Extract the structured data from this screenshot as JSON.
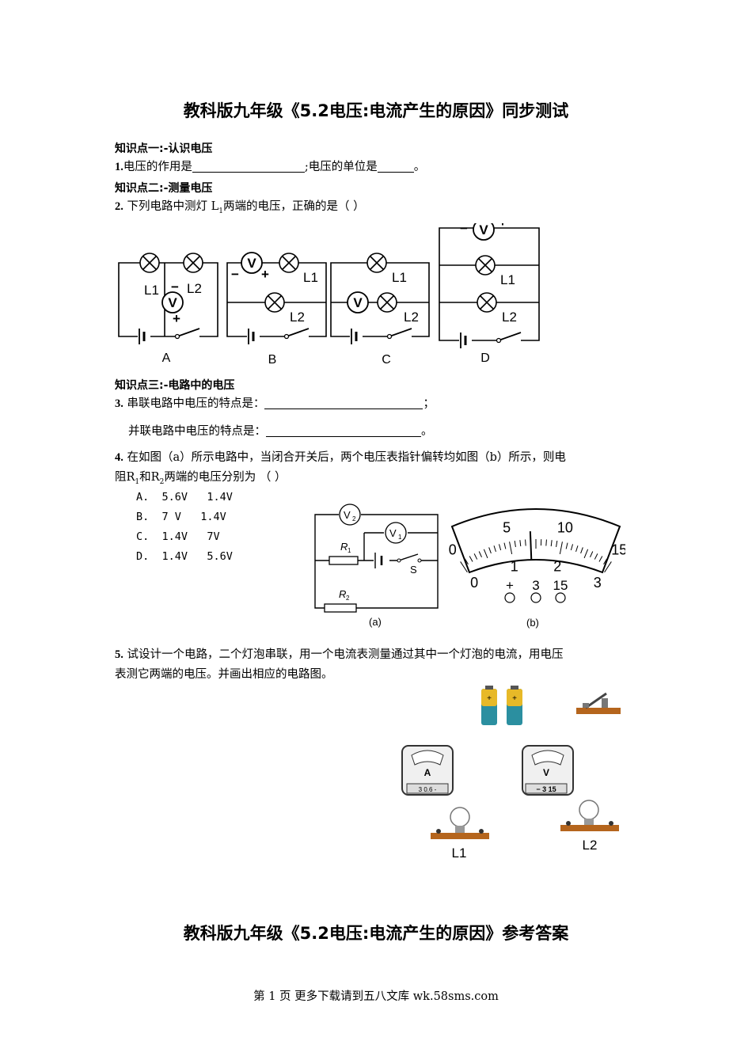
{
  "title": "教科版九年级《5.2电压:电流产生的原因》同步测试",
  "sections": {
    "s1": "知识点一:-认识电压",
    "s2": "知识点二:-测量电压",
    "s3": "知识点三:-电路中的电压"
  },
  "q1": {
    "num": "1.",
    "part1": "电压的作用是",
    "part2": ";电压的单位是",
    "end": "。"
  },
  "q2": {
    "num": "2.",
    "text_a": " 下列电路中测灯 L",
    "sub": "1",
    "text_b": "两端的电压，正确的是（     ）",
    "labels": {
      "A": "A",
      "B": "B",
      "C": "C",
      "D": "D",
      "L1": "L1",
      "L2": "L2",
      "V": "V",
      "plus": "+",
      "minus": "−"
    }
  },
  "q3": {
    "num": "3.",
    "line1": " 串联电路中电压的特点是：",
    "end1": "；",
    "line2": "并联电路中电压的特点是：",
    "end2": "。"
  },
  "q4": {
    "num": "4.",
    "line1": " 在如图（a）所示电路中，当闭合开关后，两个电压表指针偏转均如图（b）所示，则电",
    "line2_a": "阻R",
    "line2_sub1": "1",
    "line2_b": "和R",
    "line2_sub2": "2",
    "line2_c": "两端的电压分别为    （        ）",
    "options": [
      "A.  5.6V   1.4V",
      "B.  7 V   1.4V",
      "C.  1.4V   7V",
      "D.  1.4V   5.6V"
    ],
    "fig_a": {
      "caption": "(a)",
      "V2": "V",
      "V2sub": "2",
      "V1": "V",
      "V1sub": "1",
      "R1": "R",
      "R1sub": "1",
      "R2": "R",
      "R2sub": "2",
      "S": "S"
    },
    "fig_b": {
      "caption": "(b)",
      "top_scale": [
        "0",
        "5",
        "10",
        "15"
      ],
      "bottom_scale": [
        "0",
        "1",
        "2",
        "3"
      ],
      "terminals": [
        "+",
        "3",
        "15"
      ],
      "needle_value": 1.4
    }
  },
  "q5": {
    "num": "5.",
    "line1": " 试设计一个电路，二个灯泡串联，用一个电流表测量通过其中一个灯泡的电流，用电压",
    "line2": "表测它两端的电压。并画出相应的电路图。",
    "ammeter": {
      "letter": "A",
      "terminals": "3 0.6 -"
    },
    "voltmeter": {
      "letter": "V",
      "terminals": "− 3 15"
    },
    "L1": "L1",
    "L2": "L2"
  },
  "answer_title": "教科版九年级《5.2电压:电流产生的原因》参考答案",
  "footer": "第 1 页 更多下载请到五八文库 wk.58sms.com"
}
